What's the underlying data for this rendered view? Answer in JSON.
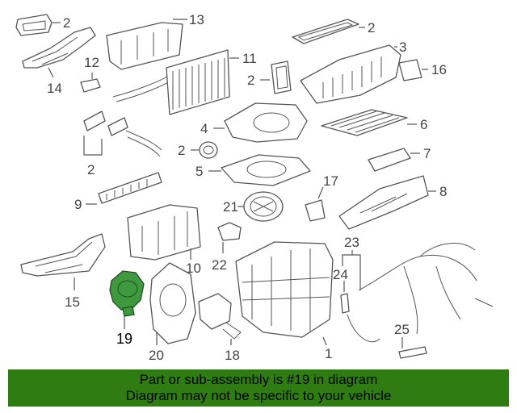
{
  "diagram": {
    "callouts": [
      "1",
      "2",
      "3",
      "4",
      "5",
      "6",
      "7",
      "8",
      "9",
      "10",
      "11",
      "12",
      "13",
      "14",
      "15",
      "16",
      "17",
      "18",
      "19",
      "20",
      "21",
      "22",
      "23",
      "24",
      "25"
    ],
    "highlighted_part": "19"
  },
  "banner": {
    "line1": "Part or sub-assembly is #19 in diagram",
    "line2": "Diagram may not be specific to your vehicle"
  },
  "colors": {
    "banner_bg": "#2f7d12",
    "highlight_part": "#3f9a3f"
  }
}
